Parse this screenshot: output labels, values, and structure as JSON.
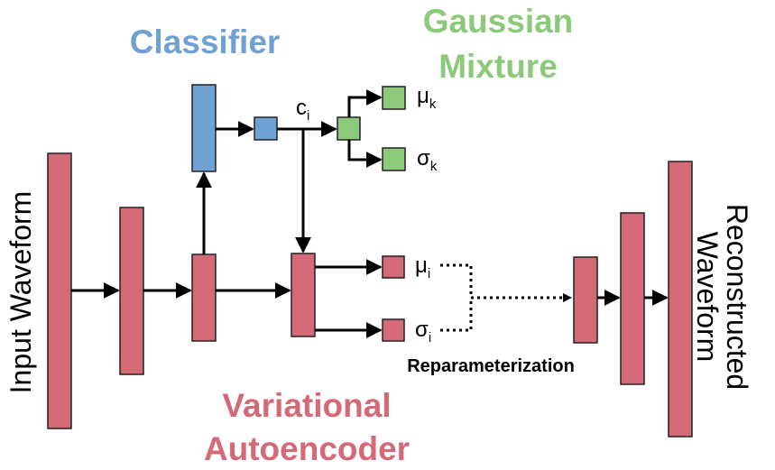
{
  "labels": {
    "classifier": "Classifier",
    "gaussian_line1": "Gaussian",
    "gaussian_line2": "Mixture",
    "vae_line1": "Variational",
    "vae_line2": "Autoencoder",
    "input": "Input Waveform",
    "output_line1": "Reconstructed",
    "output_line2": "Waveform",
    "reparam": "Reparameterization",
    "c_base": "c",
    "c_sub": "i",
    "mu_base": "μ",
    "mu_k_sub": "k",
    "mu_i_sub": "i",
    "sigma_base": "σ",
    "sigma_k_sub": "k",
    "sigma_i_sub": "i"
  },
  "colors": {
    "vae": "#d46a78",
    "classifier": "#6fa2d2",
    "gaussian": "#8cc97a",
    "stroke": "#222222",
    "classifier_title": "#6fa2d2",
    "gaussian_title": "#8cc97a",
    "vae_title": "#d46a78"
  }
}
